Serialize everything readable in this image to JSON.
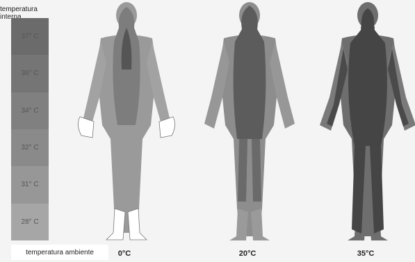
{
  "scale": {
    "title": "temperatura interna",
    "bottom_label": "temperatura ambiente",
    "levels": [
      {
        "label": "37° C",
        "color": "#6b6b6b"
      },
      {
        "label": "36° C",
        "color": "#757575"
      },
      {
        "label": "34° C",
        "color": "#808080"
      },
      {
        "label": "32° C",
        "color": "#8a8a8a"
      },
      {
        "label": "31° C",
        "color": "#979797"
      },
      {
        "label": "28° C",
        "color": "#a6a6a6"
      }
    ]
  },
  "figures": [
    {
      "caption": "0°C"
    },
    {
      "caption": "20°C"
    },
    {
      "caption": "35°C"
    }
  ]
}
